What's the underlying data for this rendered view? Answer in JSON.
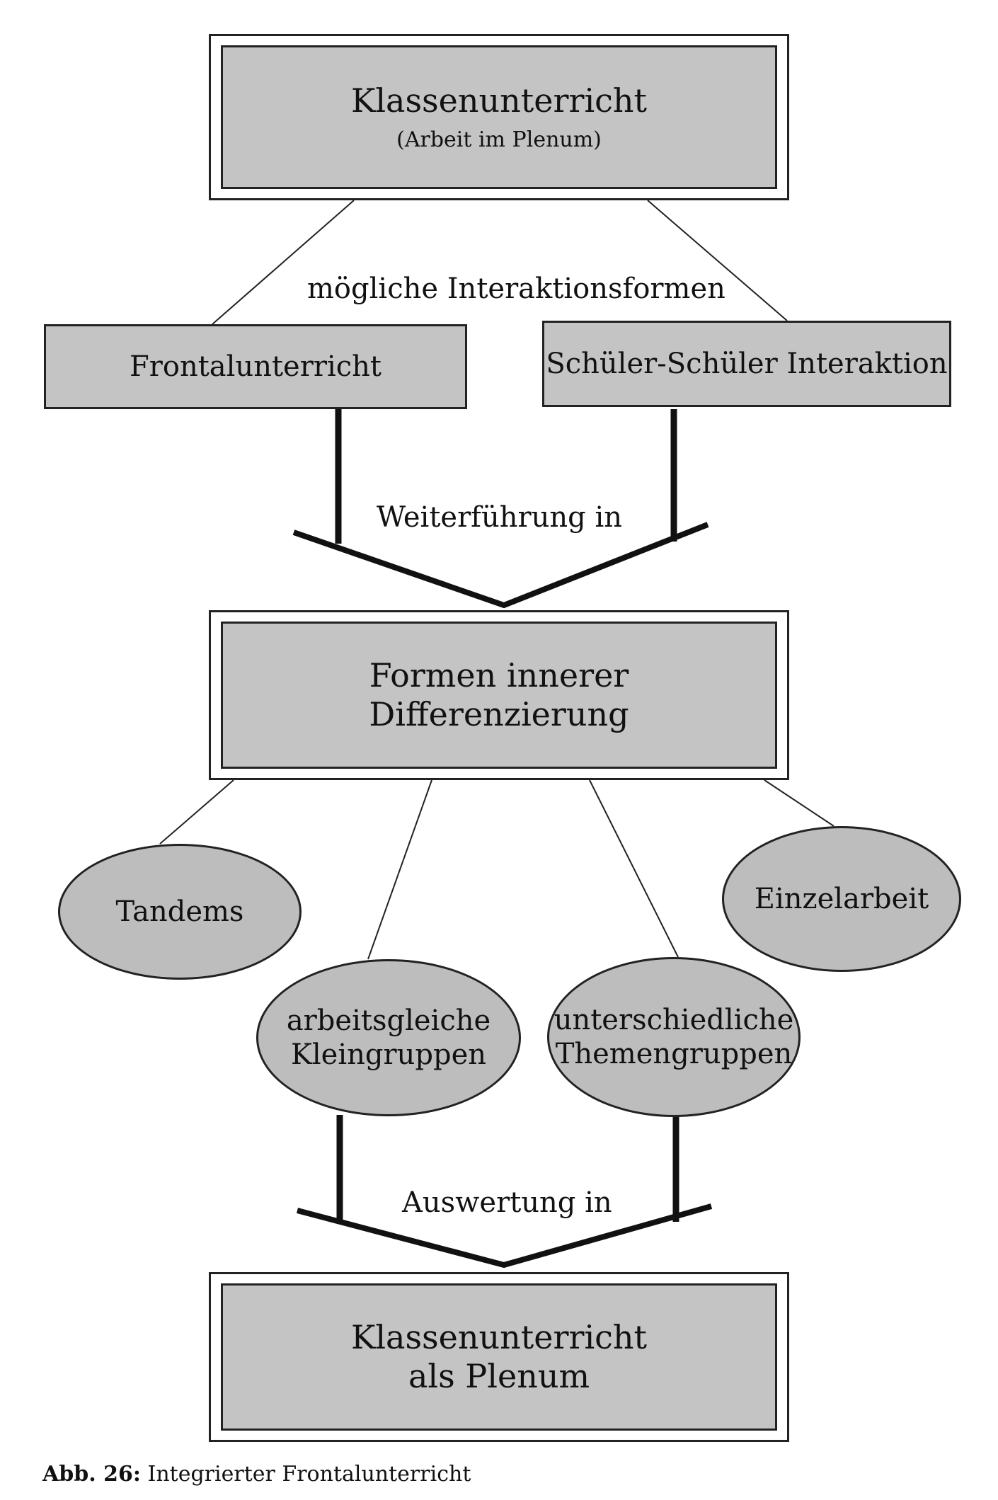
{
  "top_box": {
    "title": "Klassenunterricht",
    "subtitle": "(Arbeit im Plenum)"
  },
  "label_forms": "mögliche Interaktionsformen",
  "left_box": "Frontalunterricht",
  "right_box": "Schüler-Schüler Interaktion",
  "label_continue": "Weiterführung in",
  "middle_box": {
    "line1": "Formen innerer",
    "line2": "Differenzierung"
  },
  "ellipses": {
    "tandems": "Tandems",
    "einzelarbeit": "Einzelarbeit",
    "arbeitsgleiche_line1": "arbeitsgleiche",
    "arbeitsgleiche_line2": "Kleingruppen",
    "unterschiedliche_line1": "unterschiedliche",
    "unterschiedliche_line2": "Themengruppen"
  },
  "label_evaluation": "Auswertung in",
  "bottom_box": {
    "line1": "Klassenunterricht",
    "line2": "als Plenum"
  },
  "caption": {
    "prefix": "Abb. 26:",
    "text": "Integrierter Frontalunterricht"
  }
}
